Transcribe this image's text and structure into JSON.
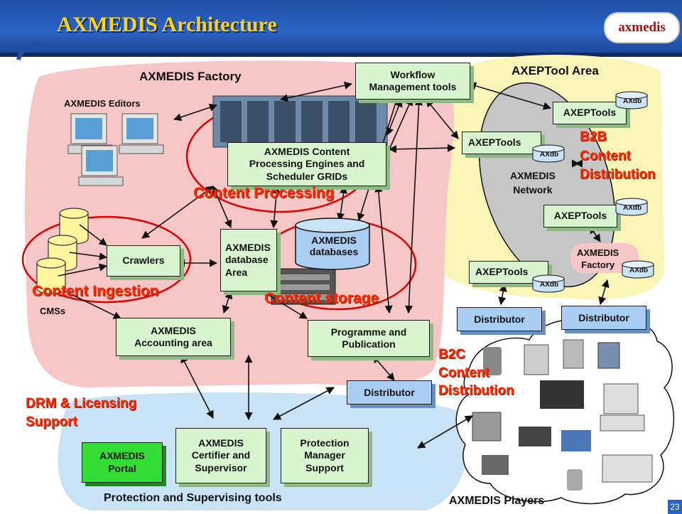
{
  "header": {
    "title": "AXMEDIS Architecture",
    "logo_text": "axmedis"
  },
  "page_number": "23",
  "colors": {
    "header_blue": "#2b63c4",
    "title_yellow": "#ffd21a",
    "factory_pink": "#f7c6c6",
    "tool_area_yellow": "#fbf5b7",
    "protection_blue": "#c7e3f5",
    "box_green": "#d8f5cf",
    "distributor_blue": "#a9cdf3",
    "portal_green": "#33dd33",
    "accent_red": "#ff2a00"
  },
  "areas": {
    "factory": "AXMEDIS Factory",
    "editors": "AXMEDIS Editors",
    "axeptool_area": "AXEPTool Area",
    "cmss": "CMSs",
    "protection": "Protection and Supervising tools",
    "players": "AXMEDIS Players",
    "network_line1": "AXMEDIS",
    "network_line2": "Network"
  },
  "red_labels": {
    "content_processing": "Content Processing",
    "content_ingestion": "Content Ingestion",
    "content_storage": "Content storage",
    "b2b": [
      "B2B",
      "Content",
      "Distribution"
    ],
    "b2c": [
      "B2C",
      "Content",
      "Distribution"
    ],
    "drm": [
      "DRM & Licensing",
      "Support"
    ]
  },
  "boxes": {
    "workflow": [
      "Workflow",
      "Management tools"
    ],
    "engines": [
      "AXMEDIS Content",
      "Processing Engines and",
      "Scheduler GRIDs"
    ],
    "crawlers": "Crawlers",
    "database_area": [
      "AXMEDIS",
      "database",
      "Area"
    ],
    "accounting": [
      "AXMEDIS",
      "Accounting area"
    ],
    "programme": [
      "Programme and",
      "Publication"
    ],
    "portal": [
      "AXMEDIS",
      "Portal"
    ],
    "certifier": [
      "AXMEDIS",
      "Certifier and",
      "Supervisor"
    ],
    "protection_manager": [
      "Protection",
      "Manager",
      "Support"
    ],
    "axeptools_top": "AXEPTools",
    "axeptools_left": "AXEPTools",
    "axeptools_mid": "AXEPTools",
    "axeptools_bottom": "AXEPTools",
    "factory_small": [
      "AXMEDIS",
      "Factory"
    ]
  },
  "databases": {
    "main": [
      "AXMEDIS",
      "databases"
    ],
    "axdb": "AXdb"
  },
  "distributors": {
    "left": "Distributor",
    "right": "Distributor",
    "bottom": "Distributor"
  }
}
